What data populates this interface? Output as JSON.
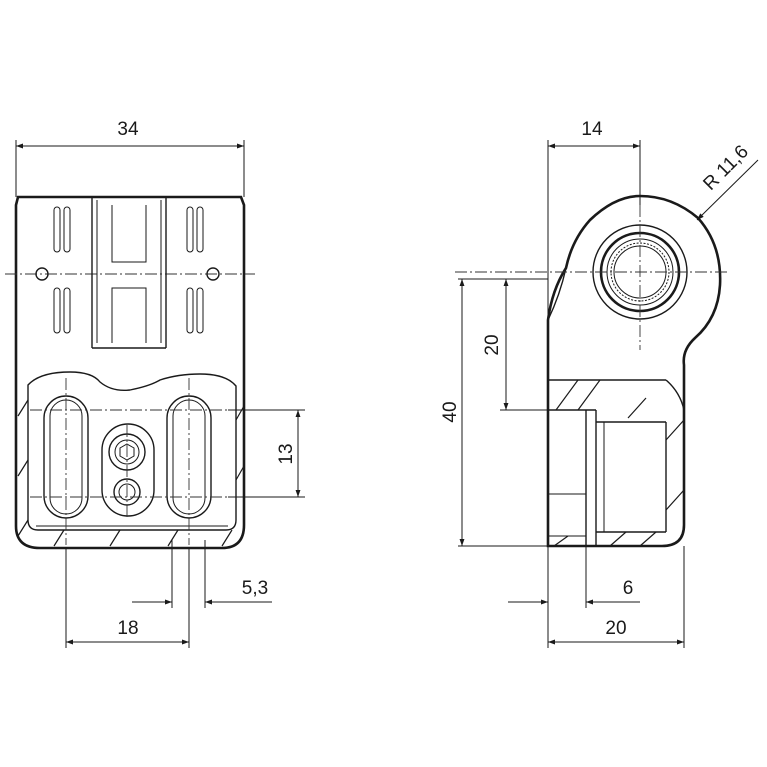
{
  "drawing": {
    "dimensions": {
      "width_front": "34",
      "width_side": "14",
      "radius": "R 11,6",
      "height_20": "20",
      "height_40": "40",
      "height_13": "13",
      "offset_5_3": "5,3",
      "spacing_18": "18",
      "offset_6": "6",
      "width_20": "20"
    }
  }
}
